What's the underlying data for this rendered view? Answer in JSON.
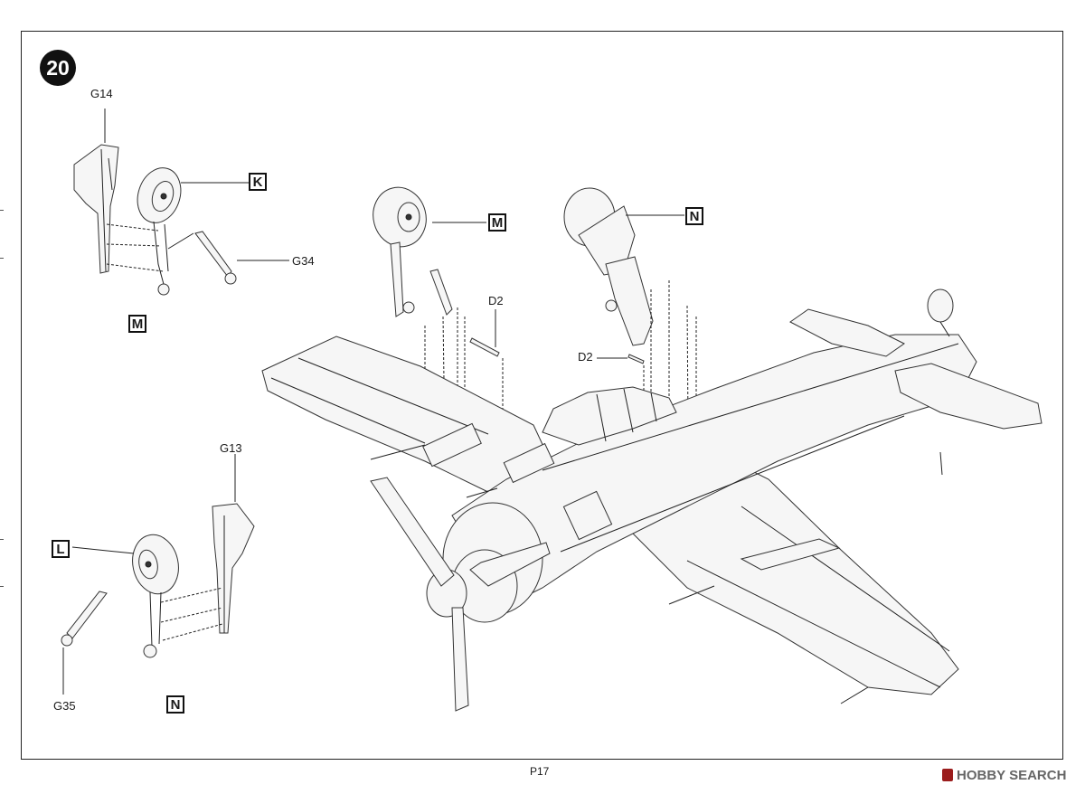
{
  "step_number": "20",
  "page_label": "P17",
  "watermark": "HOBBY SEARCH",
  "part_labels": {
    "g14": "G14",
    "g34": "G34",
    "g13": "G13",
    "g35": "G35",
    "d2_a": "D2",
    "d2_b": "D2"
  },
  "marking_boxes": {
    "k": "K",
    "m_top_left": "M",
    "m_center": "M",
    "n_center": "N",
    "l": "L",
    "n_bottom_left": "N"
  }
}
